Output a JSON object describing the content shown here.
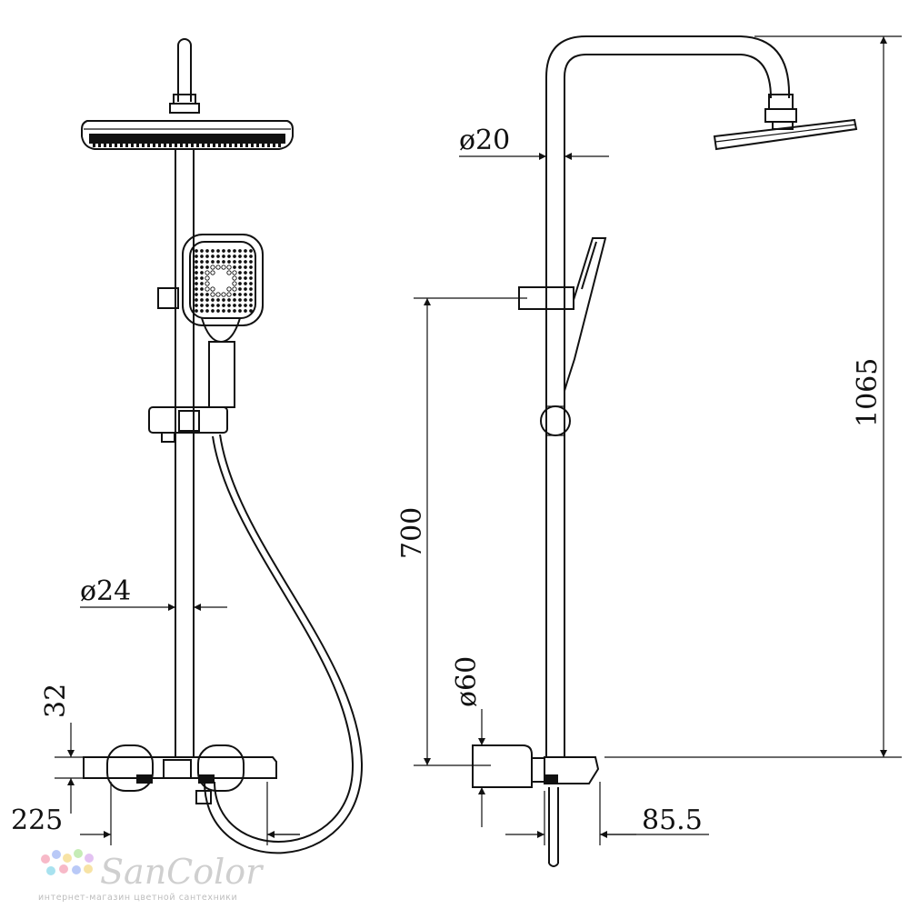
{
  "dimensions": {
    "d24": "ø24",
    "h32": "32",
    "w225": "225",
    "d20": "ø20",
    "h700": "700",
    "d60": "ø60",
    "w85_5": "85.5",
    "h1065": "1065"
  },
  "watermark": {
    "brand": "SanColor",
    "tagline": "интернет-магазин цветной сантехники",
    "dot_colors": [
      "#f7b9c8",
      "#b9c9f7",
      "#f7e3a5",
      "#c6ecb6",
      "#e3c2f2",
      "#a8e2ef"
    ]
  }
}
